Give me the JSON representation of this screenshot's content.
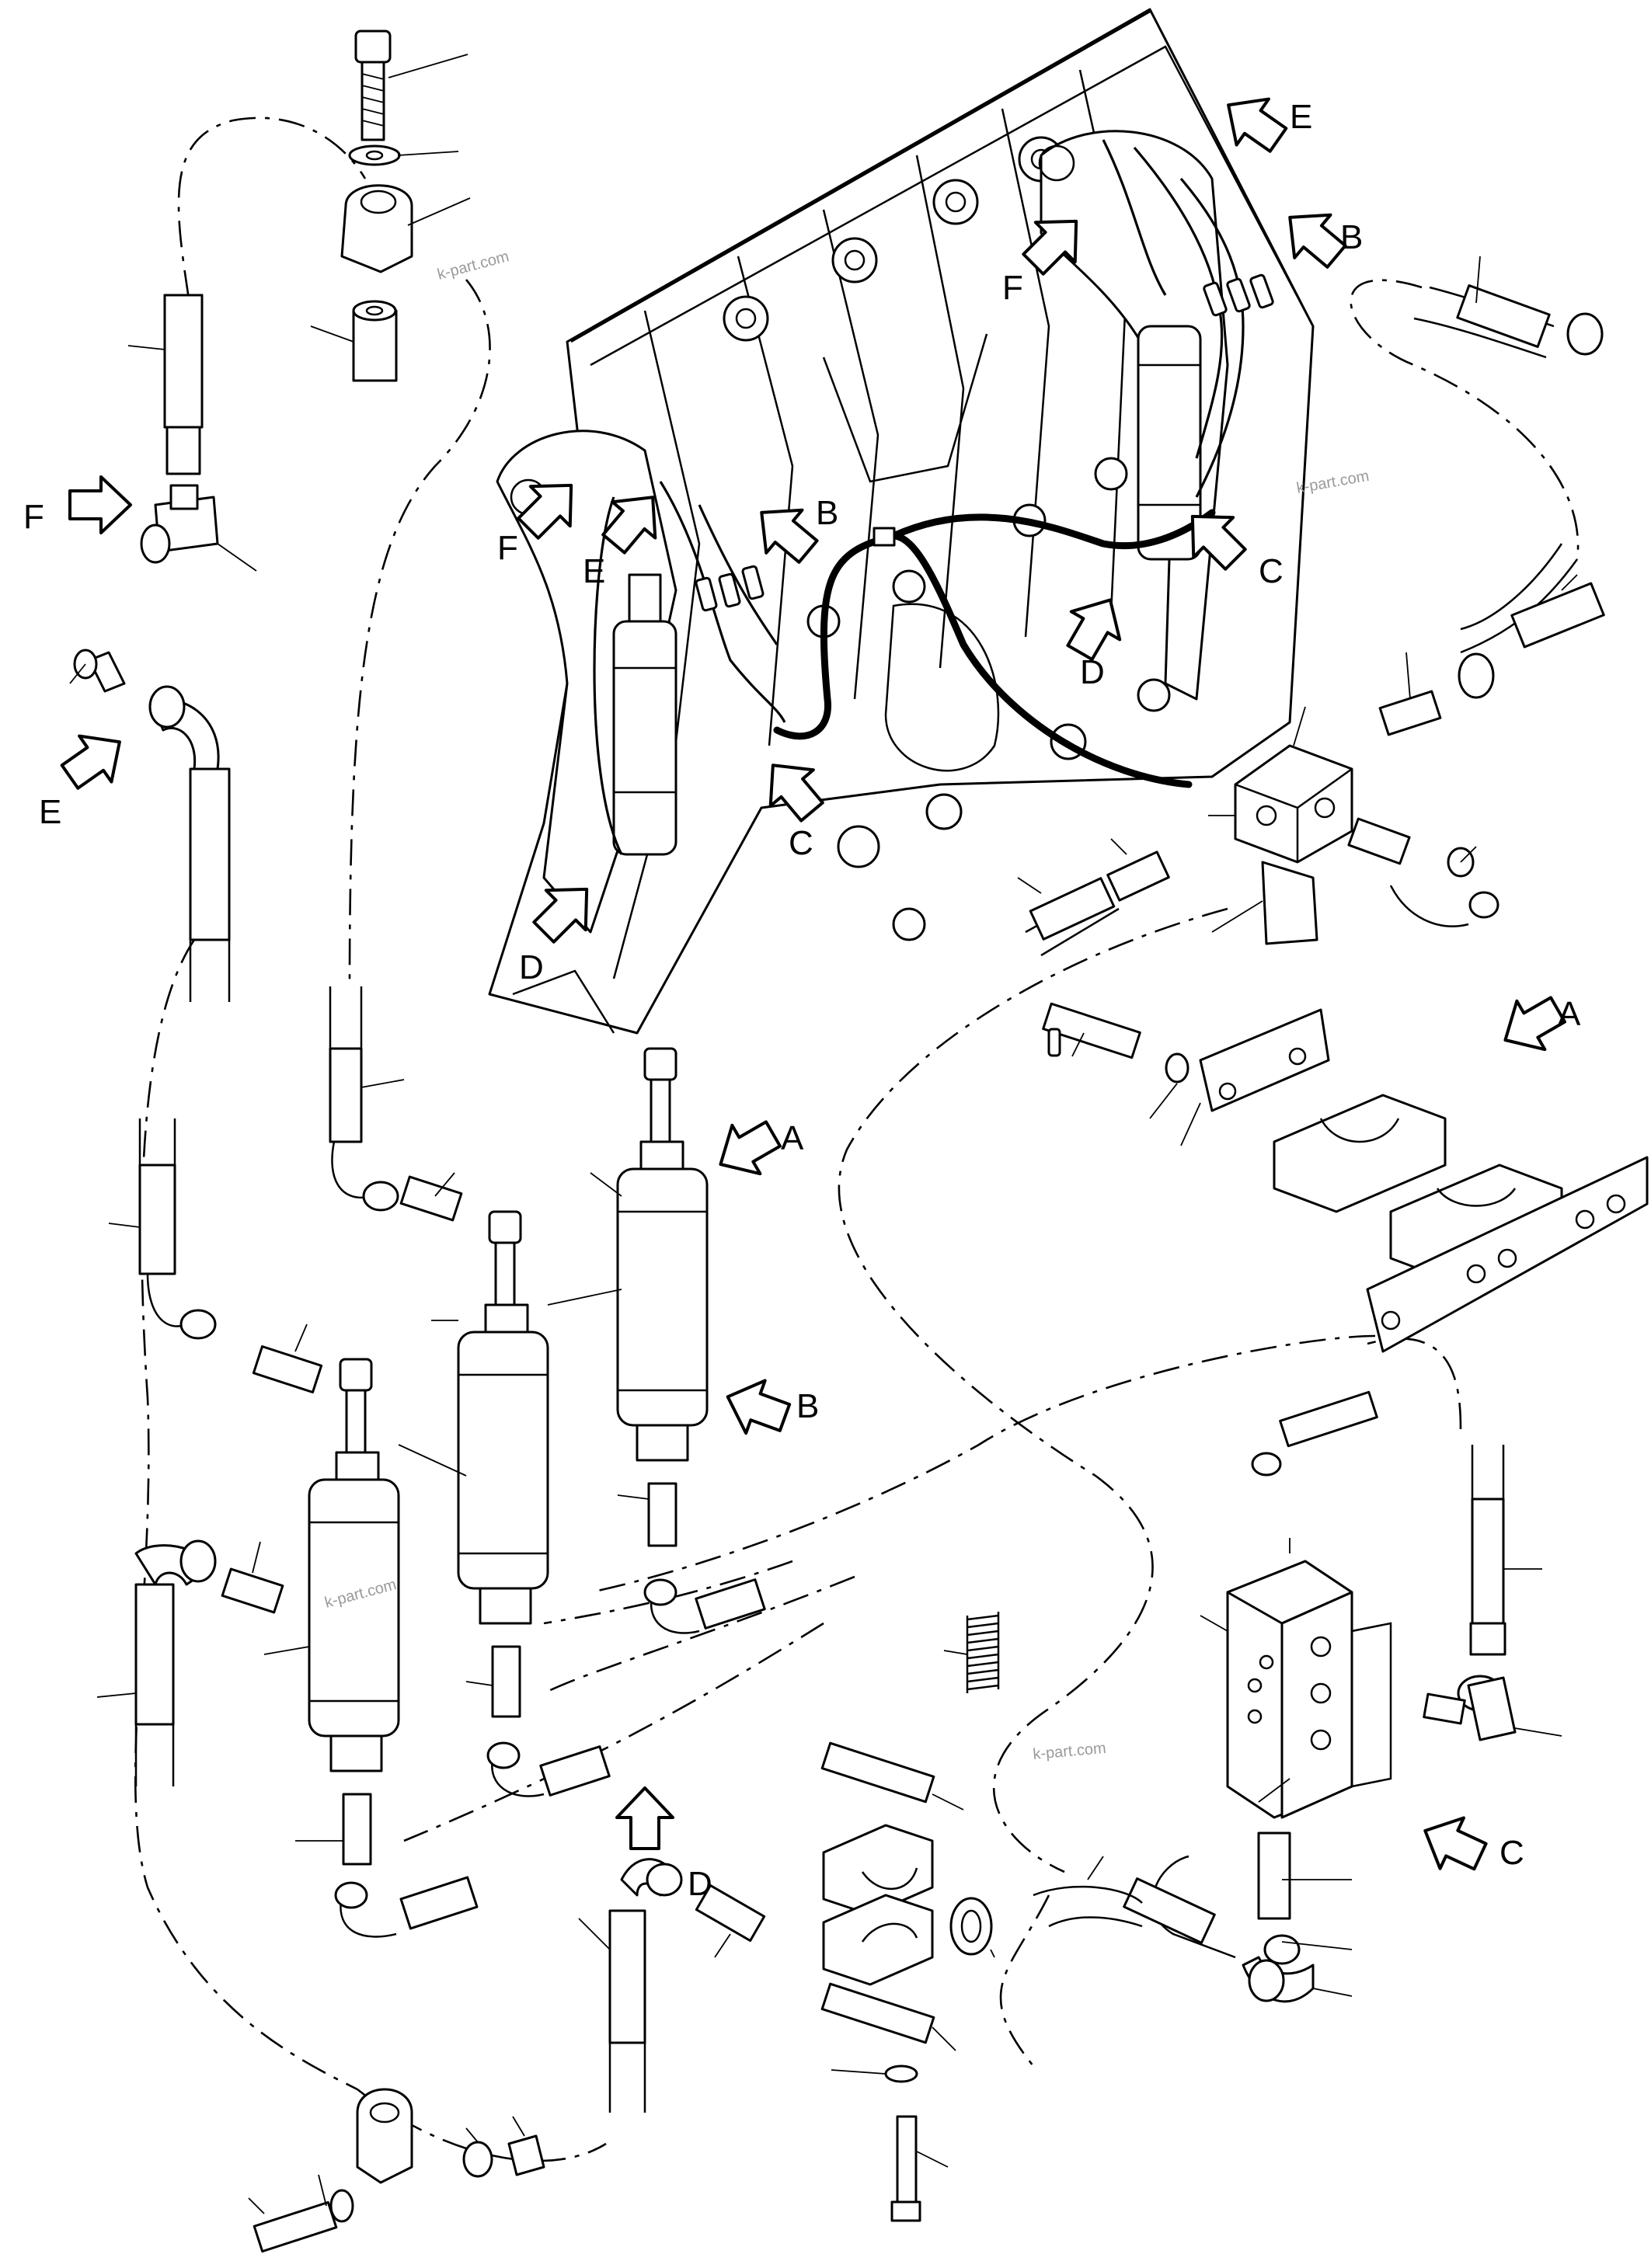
{
  "diagram": {
    "view_letters": {
      "A": "A",
      "B": "B",
      "C": "C",
      "D": "D",
      "E": "E",
      "F": "F"
    },
    "watermark": "k-part.com"
  }
}
